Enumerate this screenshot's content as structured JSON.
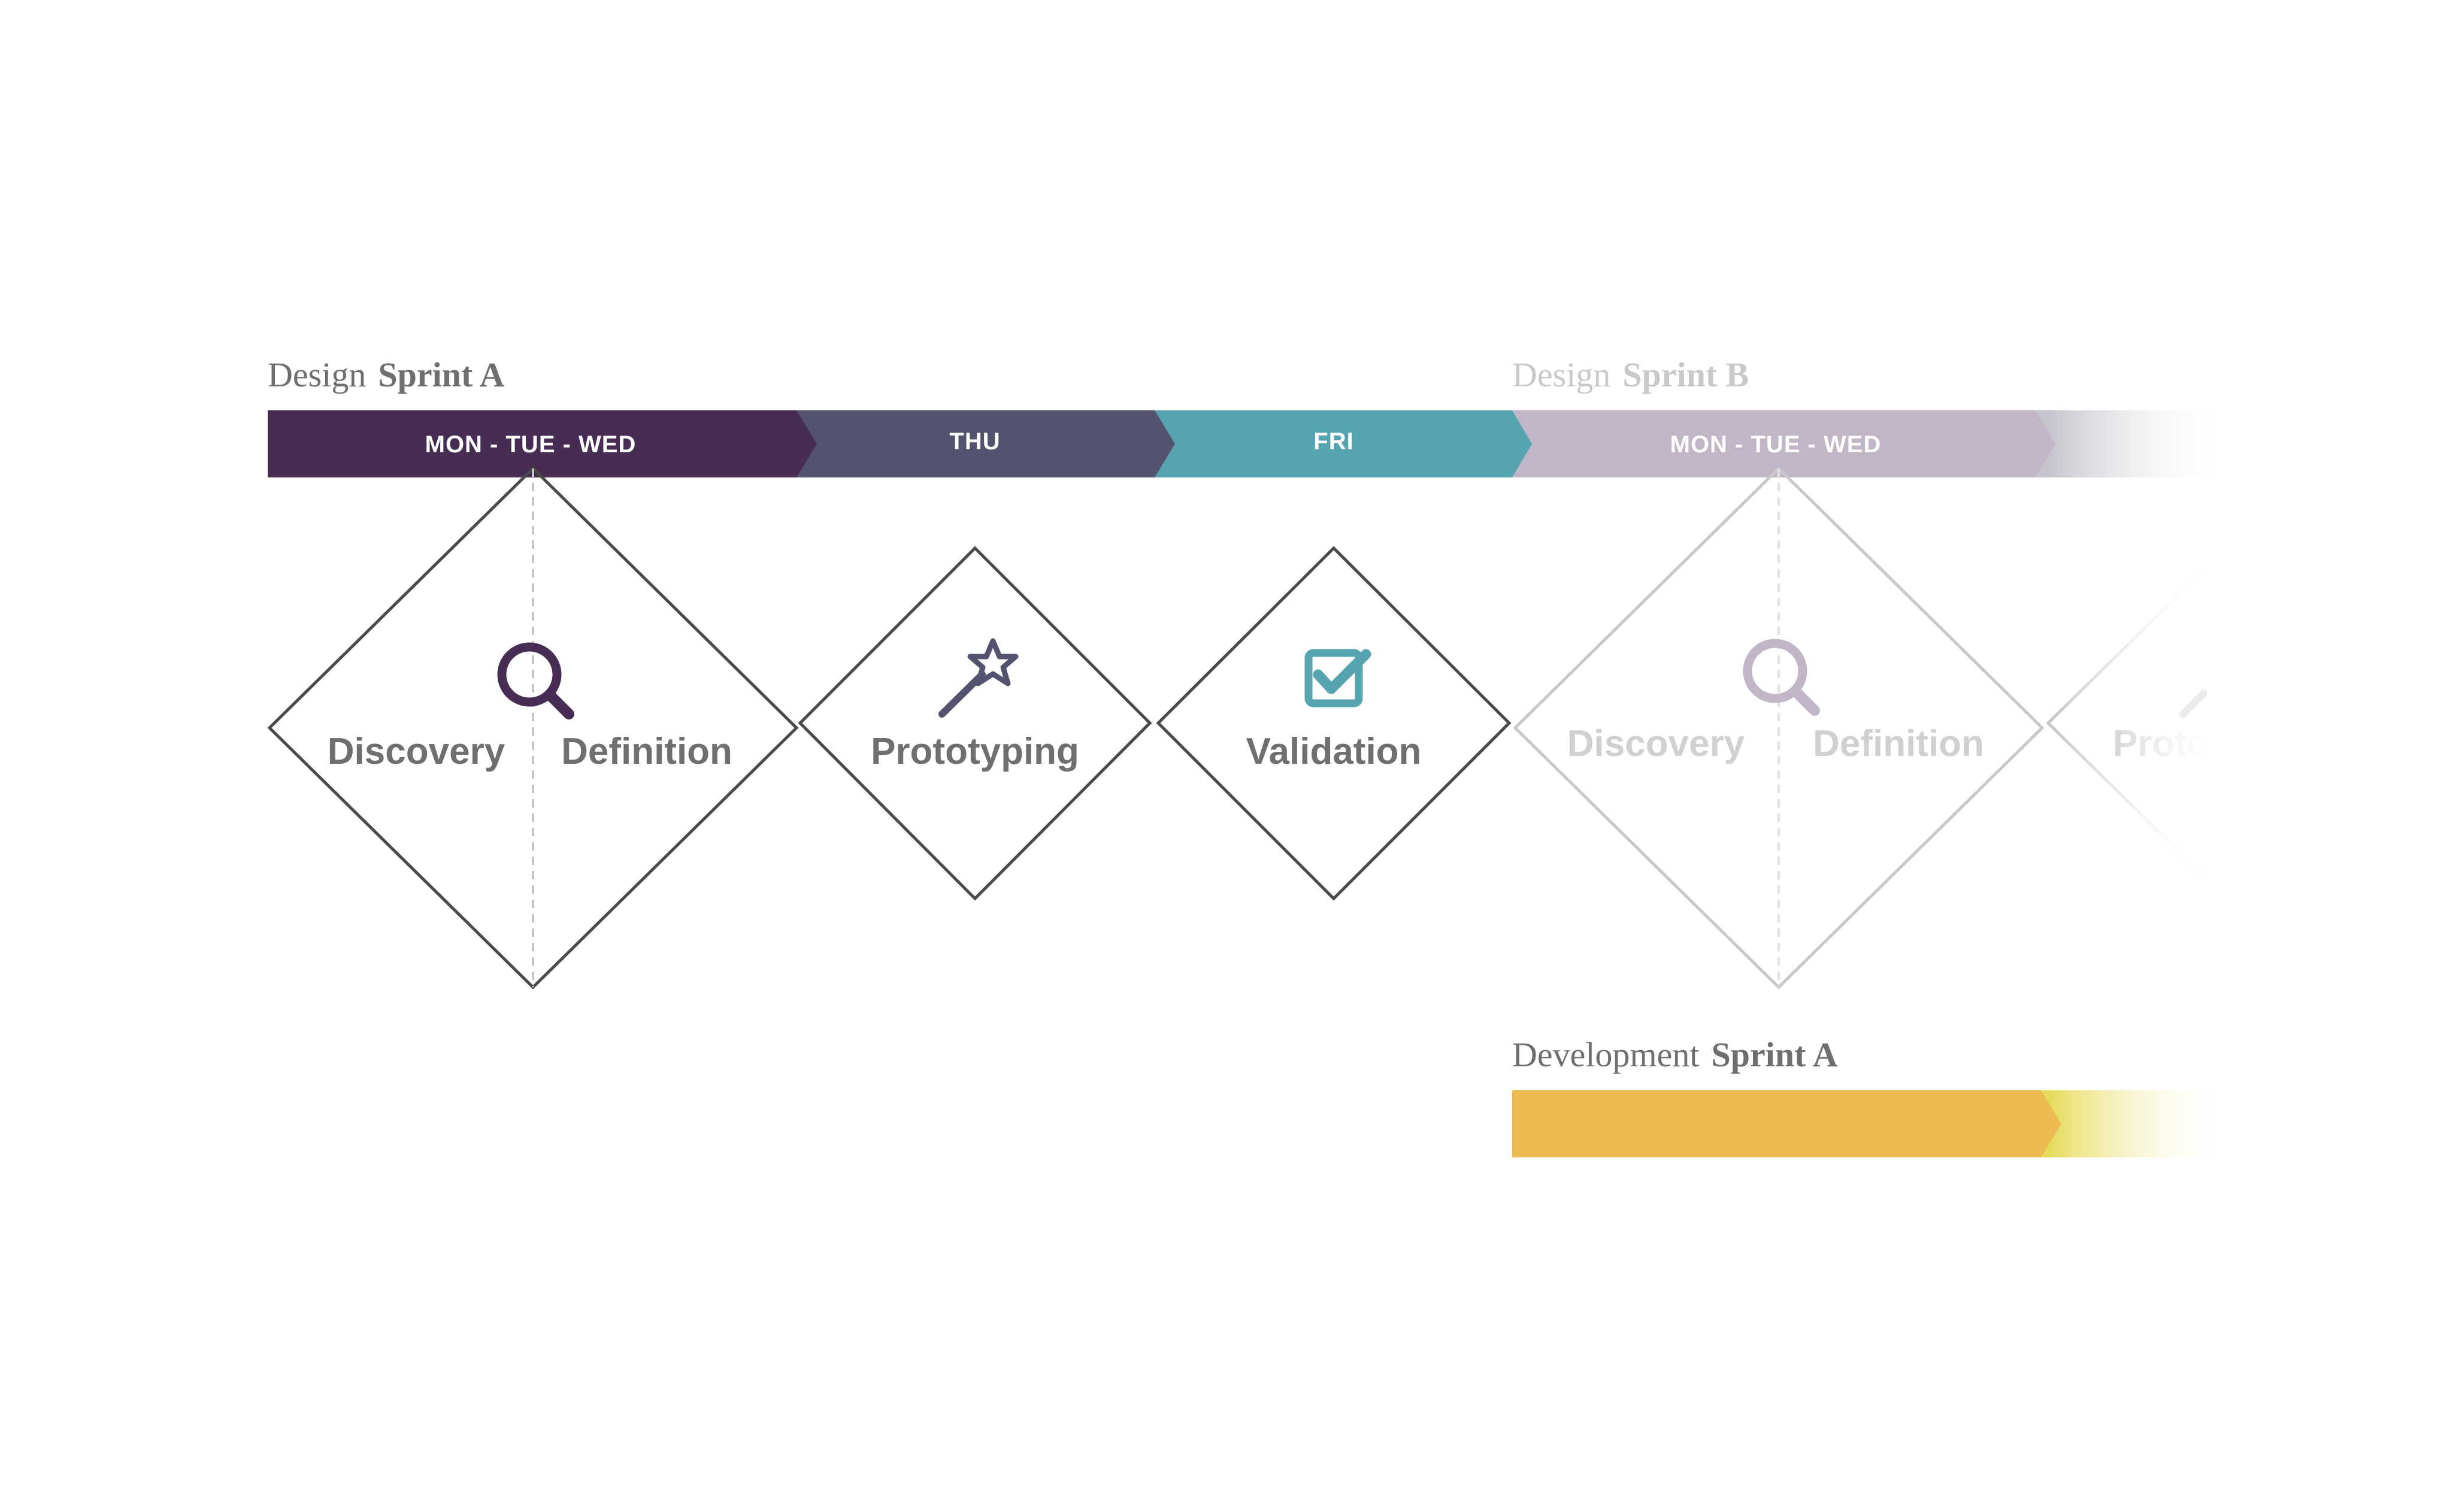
{
  "design_sprint_a": {
    "title_prefix": "Design",
    "title_bold": "Sprint A",
    "segments": {
      "mon_tue_wed": "MON - TUE - WED",
      "thu": "THU",
      "fri": "FRI"
    },
    "phases": {
      "discovery": "Discovery",
      "definition": "Definition",
      "prototyping": "Prototyping",
      "validation": "Validation"
    }
  },
  "design_sprint_b": {
    "title_prefix": "Design",
    "title_bold": "Sprint B",
    "segments": {
      "mon_tue_wed": "MON - TUE - WED"
    },
    "phases": {
      "discovery": "Discovery",
      "definition": "Definition",
      "prototyping": "Proto"
    }
  },
  "development_sprint_a": {
    "title_prefix": "Development",
    "title_bold": "Sprint A"
  },
  "colors": {
    "title_text": "#6f6f6f",
    "title_text_faded": "#c9c9c9",
    "phase_text": "#6f6f6f",
    "phase_text_faded": "#d0d0d0",
    "mon_tue_wed": "#472c53",
    "thu": "#53526f",
    "fri": "#56a4b0",
    "sprint_b_segment": "#c0b6c7",
    "development_bar": "#ecbb52",
    "development_tip": "#e6db5a",
    "diamond_stroke": "#4a4a4a",
    "diamond_stroke_faded": "#c8c8c8"
  },
  "icons": {
    "discovery": "magnifier-icon",
    "prototyping": "magic-wand-icon",
    "validation": "checkbox-icon"
  }
}
